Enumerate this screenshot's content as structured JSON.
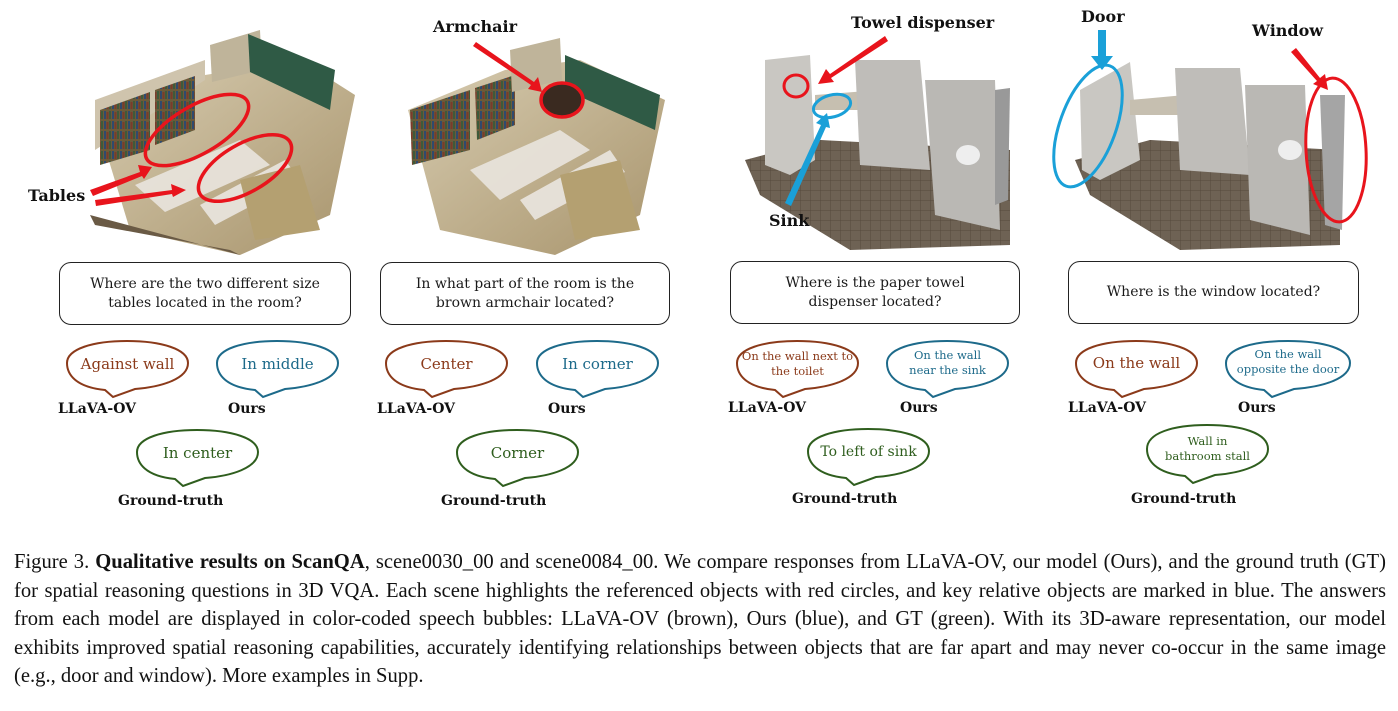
{
  "figure": {
    "colors": {
      "llava": "#8B3A1A",
      "ours": "#1D6A8A",
      "gt": "#2F5E1E",
      "highlight_red": "#E8141C",
      "highlight_blue": "#1AA0D8"
    },
    "panels": [
      {
        "scene_type": "classroom-library 3D reconstruction",
        "annotations": [
          {
            "label": "Tables",
            "marker": "red"
          }
        ],
        "question": "Where are the two different size tables located in the room?",
        "answers": {
          "llava": "Against wall",
          "ours": "In middle",
          "gt": "In center"
        }
      },
      {
        "scene_type": "classroom-library 3D reconstruction",
        "annotations": [
          {
            "label": "Armchair",
            "marker": "red"
          }
        ],
        "question": "In what part of the room is the brown armchair located?",
        "answers": {
          "llava": "Center",
          "ours": "In corner",
          "gt": "Corner"
        }
      },
      {
        "scene_type": "bathroom 3D reconstruction",
        "annotations": [
          {
            "label": "Towel dispenser",
            "marker": "red"
          },
          {
            "label": "Sink",
            "marker": "blue"
          }
        ],
        "question": "Where is the paper towel dispenser located?",
        "answers": {
          "llava": "On the wall next to the toilet",
          "ours": "On the wall near the sink",
          "gt": "To left of sink"
        }
      },
      {
        "scene_type": "bathroom 3D reconstruction",
        "annotations": [
          {
            "label": "Door",
            "marker": "blue"
          },
          {
            "label": "Window",
            "marker": "red"
          }
        ],
        "question": "Where is the window located?",
        "answers": {
          "llava": "On the wall",
          "ours": "On the wall opposite the door",
          "gt": "Wall in bathroom stall"
        }
      }
    ],
    "speaker_labels": {
      "llava": "LLaVA-OV",
      "ours": "Ours",
      "gt": "Ground-truth"
    }
  },
  "caption": {
    "prefix": "Figure 3.",
    "title": "Qualitative results on ScanQA",
    "body": ", scene0030_00 and scene0084_00. We compare responses from LLaVA-OV, our model (Ours), and the ground truth (GT) for spatial reasoning questions in 3D VQA. Each scene highlights the referenced objects with red circles, and key relative objects are marked in blue. The answers from each model are displayed in color-coded speech bubbles: LLaVA-OV (brown), Ours (blue), and GT (green). With its 3D-aware representation, our model exhibits improved spatial reasoning capabilities, accurately identifying relationships between objects that are far apart and may never co-occur in the same image (e.g., door and window). More examples in Supp."
  }
}
